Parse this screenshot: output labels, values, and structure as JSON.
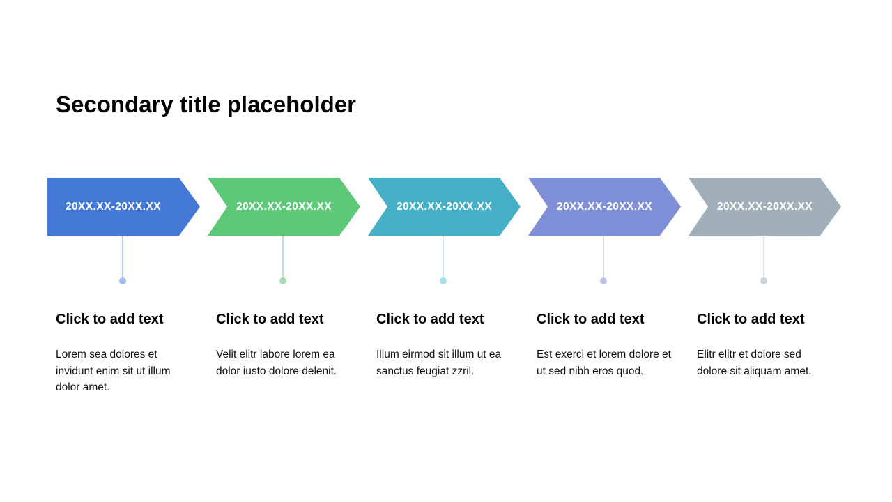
{
  "slide": {
    "title": "Secondary title placeholder",
    "background_color": "#ffffff",
    "label_text_color": "#ffffff"
  },
  "timeline": {
    "items": [
      {
        "label": "20XX.XX-20XX.XX",
        "heading": "Click to add text",
        "body": "Lorem sea dolores et invidunt enim sit ut illum dolor amet.",
        "colors": {
          "arrow": "#4478d6",
          "line": "#afcbf1",
          "dot": "#9abcee"
        }
      },
      {
        "label": "20XX.XX-20XX.XX",
        "heading": "Click to add text",
        "body": "Velit elitr labore lorem ea dolor iusto dolore delenit.",
        "colors": {
          "arrow": "#5cc878",
          "line": "#bce7c7",
          "dot": "#a3ddb1"
        }
      },
      {
        "label": "20XX.XX-20XX.XX",
        "heading": "Click to add text",
        "body": "Illum eirmod sit illum ut ea sanctus feugiat zzril.",
        "colors": {
          "arrow": "#44afc7",
          "line": "#c9eaf2",
          "dot": "#a8ddeb"
        }
      },
      {
        "label": "20XX.XX-20XX.XX",
        "heading": "Click to add text",
        "body": "Est exerci et lorem dolore et ut sed nibh eros quod.",
        "colors": {
          "arrow": "#7e8fd8",
          "line": "#d3d9f4",
          "dot": "#b8c2ee"
        }
      },
      {
        "label": "20XX.XX-20XX.XX",
        "heading": "Click to add text",
        "body": "Elitr elitr et dolore sed dolore sit aliquam amet.",
        "colors": {
          "arrow": "#a0aeb9",
          "line": "#e3e7eb",
          "dot": "#cbd3da"
        }
      }
    ]
  }
}
